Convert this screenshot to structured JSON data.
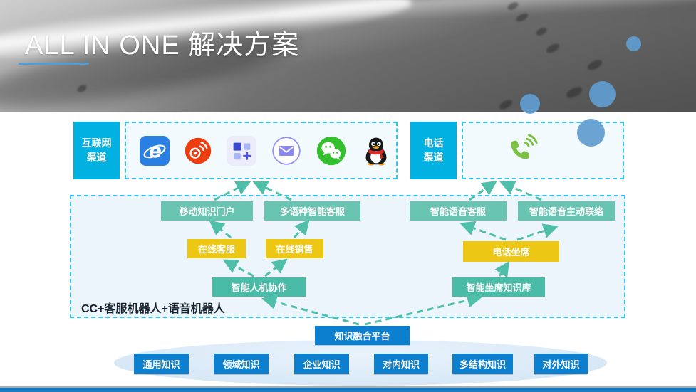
{
  "title": "ALL IN ONE 解决方案",
  "channels": {
    "internet": {
      "label_line1": "互联网",
      "label_line2": "渠道",
      "icons": [
        "ie-browser",
        "weibo",
        "mini-program",
        "mail",
        "wechat",
        "qq"
      ]
    },
    "phone": {
      "label_line1": "电话",
      "label_line2": "渠道",
      "icon": "phone-call"
    }
  },
  "middle": {
    "caption": "CC+客服机器人+语音机器人",
    "nodes": {
      "mobile_portal": "移动知识门户",
      "multilingual_service": "多语种智能客服",
      "online_service": "在线客服",
      "online_sales": "在线销售",
      "human_machine_collab": "智能人机协作",
      "voice_service": "智能语音客服",
      "voice_outreach": "智能语音主动联络",
      "phone_agent": "电话坐席",
      "agent_knowledge_base": "智能坐席知识库"
    }
  },
  "platform": {
    "label": "知识融合平台"
  },
  "knowledge_bases": [
    "通用知识",
    "领域知识",
    "企业知识",
    "对内知识",
    "多结构知识",
    "对外知识"
  ],
  "colors": {
    "channel_cyan": "#00b1e1",
    "dashed_border": "#35c3ef",
    "teal_light": "#6ac4b2",
    "teal_dark": "#49bba6",
    "arrow_teal": "#4fbfa9",
    "node_yellow": "#ecc713",
    "node_blue": "#0c80cf",
    "decor_circle_blue": "#5f9ccf",
    "title_underline": "#4a9ede",
    "footer_blue": "#1778bd"
  }
}
